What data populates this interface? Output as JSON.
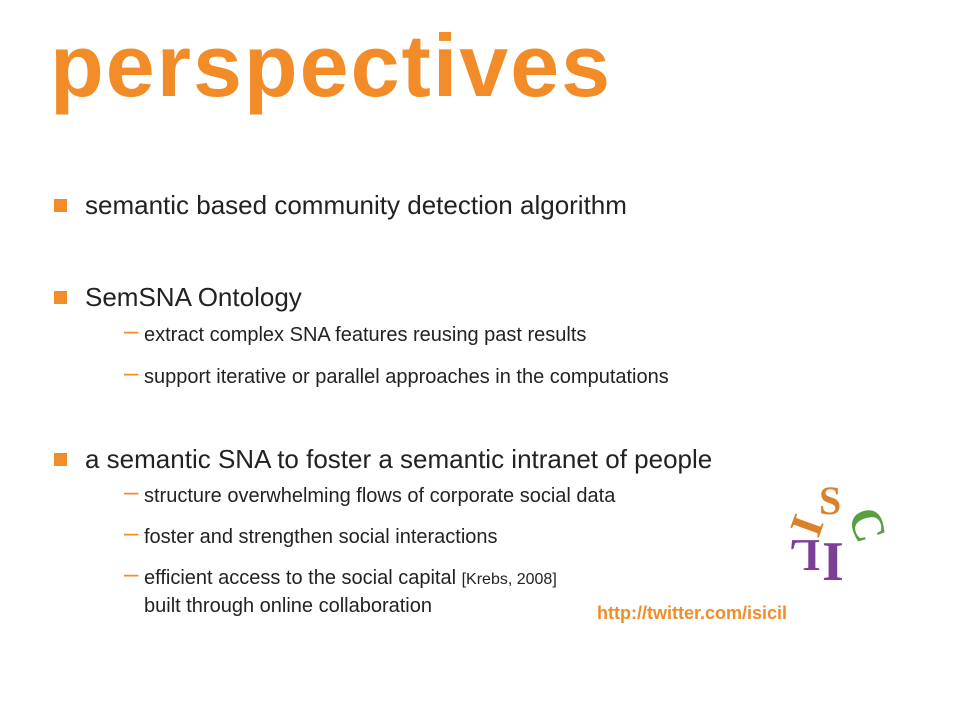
{
  "slide": {
    "title": "perspectives",
    "bullets": [
      {
        "text": "semantic based community detection algorithm"
      },
      {
        "text": "SemSNA Ontology",
        "subs": [
          "extract complex SNA features reusing past results",
          "support iterative or parallel approaches in the computations"
        ]
      },
      {
        "text": "a semantic SNA to foster a semantic intranet of people",
        "subs": [
          "structure overwhelming flows of corporate social data",
          "foster and strengthen social interactions",
          "efficient access to the social capital",
          "built through online collaboration"
        ],
        "citation": "[Krebs, 2008]"
      }
    ],
    "dash": "–",
    "url": "http://twitter.com/isicil",
    "logo_letters": [
      "S",
      "I",
      "C",
      "I",
      "L"
    ]
  },
  "colors": {
    "accent": "#f28c28",
    "text": "#222222",
    "logo_orange": "#d9822b",
    "logo_purple": "#7b3f98",
    "logo_green": "#5a9e3e"
  }
}
